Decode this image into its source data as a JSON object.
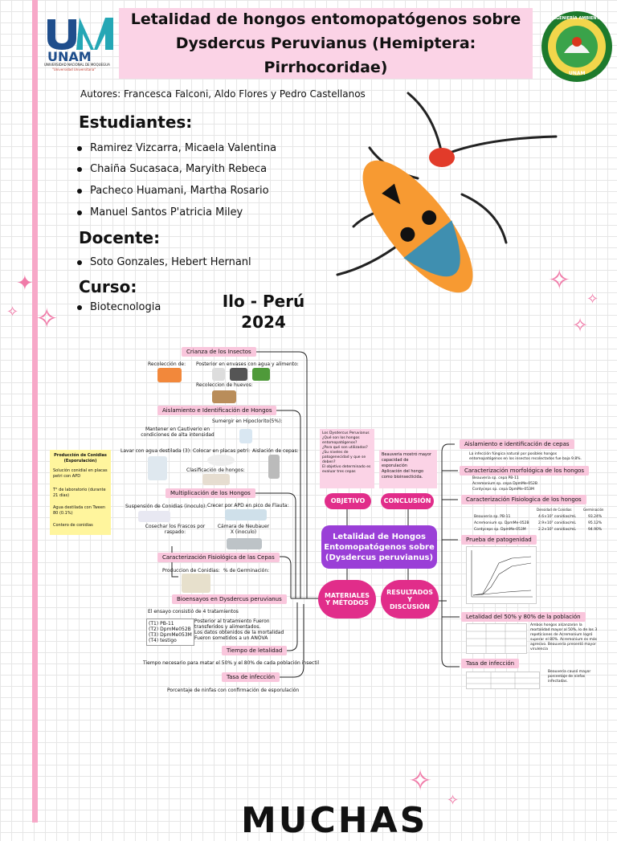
{
  "header": {
    "title_line1": "Letalidad de hongos entomopatógenos sobre",
    "title_line2": "Dysdercus Peruvianus (Hemiptera: Pirrhocoridae)"
  },
  "logo_left": {
    "name": "UNAM",
    "subtitle": "UNIVERSIDAD NACIONAL DE MOQUEGUA",
    "motto": "\"Universidad Universitaria\""
  },
  "logo_right": {
    "top_text": "INGENIERÍA AMBIENTAL",
    "bottom_text": "UNAM"
  },
  "authors": "Autores: Francesca Falconi, Aldo Flores y Pedro Castellanos",
  "students": {
    "heading": "Estudiantes:",
    "items": [
      "Ramirez Vizcarra, Micaela Valentina",
      "Chaiña Sucasaca, Maryith Rebeca",
      "Pacheco Huamani, Martha Rosario",
      "Manuel Santos P'atricia Miley"
    ]
  },
  "teacher": {
    "heading": "Docente:",
    "name": "Soto Gonzales, Hebert Hernanl"
  },
  "course": {
    "heading": "Curso:",
    "name": "Biotecnologia"
  },
  "place": {
    "city": "Ilo - Perú",
    "year": "2024"
  },
  "mindmap": {
    "center": {
      "line1": "Letalidad de Hongos",
      "line2": "Entomopatógenos sobre",
      "line3": "(Dysdercus peruvianus)"
    },
    "pills": {
      "objetivo": "OBJETIVO",
      "conclusion": "CONCLUSIÓN",
      "materiales": "MATERIALES Y MÉTODOS",
      "resultados": "RESULTADOS Y DISCUSIÓN"
    },
    "left_labels": [
      "Crianza de los Insectos",
      "Aislamiento e Identificación de Hongos",
      "Multiplicación de los Hongos",
      "Caracterización Fisiológica de las Cepas",
      "Bioensayos en Dysdercus peruvianus",
      "Tiempo de letalidad",
      "Tasa de infección"
    ],
    "left_notes": {
      "recoleccion": "Recolección de:",
      "potes": "Posterior en envases con agua y alimento:",
      "huevos": "Recoleccion de huevos:",
      "mantener": "Mantener en Cautiverio en condiciones de alta intensidad",
      "sumergir": "Sumergir en Hipoclorito(5%):",
      "lavar": "Lavar con agua destilada (3):",
      "colocar": "Colocar en placas petri:",
      "aislacion": "Aislación de cepas:",
      "clasificacion": "Clasificación de hongos:",
      "suspension": "Suspensión de Conidias (inoculo):",
      "crecer": "Crecer por APD en pico de Flauta:",
      "cosechar": "Cosechar los Frascos por raspado:",
      "camara": "Cámara de Neubauer X (inoculo)",
      "produccion": "Produccion de Conidias:",
      "germinacion": "% de Germinación:",
      "ensayo": "El ensayo consistió de 4 tratamientos",
      "tiempo_text": "Tiempo necesario para matar el 50% y el 80% de cada población insectil",
      "tasa_text": "Porcentaje de ninfas con confirmación de esporulación"
    },
    "treatments": [
      "(T1) PB-11",
      "(T2) DpmMe052B",
      "(T3) DpmMe053M",
      "(T4) testigo"
    ],
    "treatment_notes": [
      "Posterior al tratamiento Fueron transferidos y alimentados.",
      "Los datos obtenidos de la mortalidad Fueron sometidos a un ANOVA"
    ],
    "sticky": {
      "title": "Producción de Conidias (Esporulación)",
      "items": [
        "Solución conidial en placas petri con APD",
        "T° de laboratorio (durante 21 días)",
        "Agua destilada con Tween 80 (0.1%)",
        "Contero de conidias"
      ]
    },
    "objective_items": [
      "Los Dysdercus Peruvianus",
      "¿Qué son los hongos entomopatógenos?",
      "¿Para qué son utilizados?",
      "¿Su niveles de patogenecidad y que se deben?",
      "El objetivo determinado es evaluar tres cepas"
    ],
    "conclusion_items": [
      "Beauveria mostró mayor capacidad de esporulación",
      "Aplicación del hongo como bioinsecticida."
    ],
    "right_labels": [
      "Aislamiento e identificación de cepas",
      "Caracterización morfológica de los hongos",
      "Caracterización Fisiologica de los hongos",
      "Prueba de patogenidad",
      "Letalidad del 50% y 80% de la población",
      "Tasa de infección"
    ],
    "right_notes": {
      "aislamiento": "La infección fúngica natural por posibles hongos entomopatógenos en los insectos recolectados fue baja 9.8%.",
      "morfo": [
        "Beauveria sp. cepa PB-11",
        "Acremonium sp. cepa DpmMe-052B",
        "Cordyceps sp. cepa DpmMe-053M"
      ],
      "fisio_rows": [
        {
          "name": "Beauveria sp. PB-11",
          "conidias": "4.6×10⁷ conidias/mL",
          "germ": "93.24%"
        },
        {
          "name": "Acremonium sp. DpmMe-052B",
          "conidias": "2.9×10⁷ conidias/mL",
          "germ": "95.12%"
        },
        {
          "name": "Cordyceps sp. DpmMe-053M",
          "conidias": "2.2×10⁷ conidias/mL",
          "germ": "94.90%"
        }
      ],
      "fisio_h1": "Densidad de Conidias",
      "fisio_h2": "Germinación",
      "letalidad": "Ambos hongos alcanzaron la mortalidad mayor al 50%, lo de los 3 repeticiones de Acremonium logró superar el 80%. Acremonium es más agresivo. Beauveria presentó mayor virulencia",
      "tasa": "Beauveria causó mayor porcentaje de ninfas infectadas."
    }
  },
  "bottom_word": "MUCHAS",
  "colors": {
    "pink_bar": "#f7a8c8",
    "title_bg": "#fbd3e6",
    "label_bg": "#f9c6dc",
    "pill": "#e12d8a",
    "center": "#9a3fd7",
    "sticky": "#fff59d"
  }
}
